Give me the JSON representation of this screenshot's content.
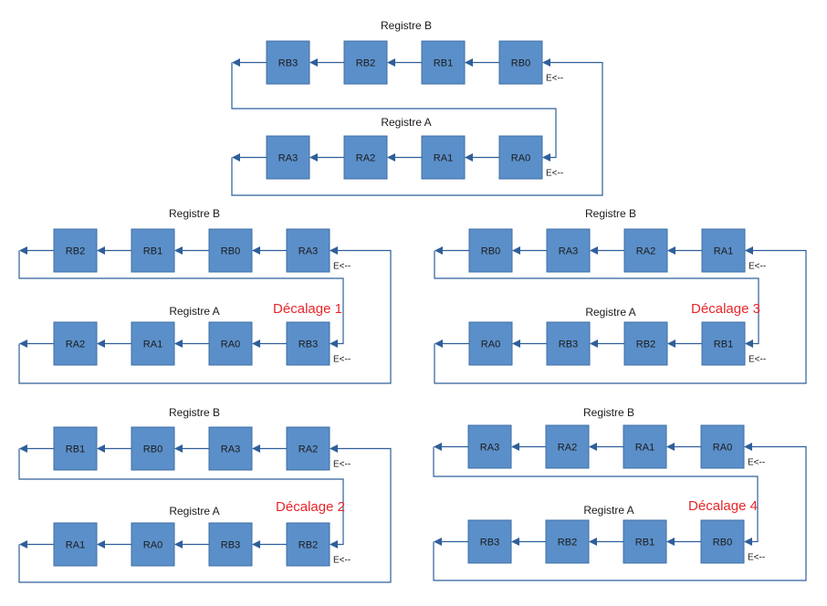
{
  "diagrams": [
    {
      "key": "initial",
      "shift_label": "",
      "registers": [
        {
          "title": "Registre B",
          "cells": [
            "RB3",
            "RB2",
            "RB1",
            "RB0"
          ],
          "entry": "E<--"
        },
        {
          "title": "Registre A",
          "cells": [
            "RA3",
            "RA2",
            "RA1",
            "RA0"
          ],
          "entry": "E<--"
        }
      ]
    },
    {
      "key": "shift-1",
      "shift_label": "Décalage 1",
      "registers": [
        {
          "title": "Registre B",
          "cells": [
            "RB2",
            "RB1",
            "RB0",
            "RA3"
          ],
          "entry": "E<--"
        },
        {
          "title": "Registre A",
          "cells": [
            "RA2",
            "RA1",
            "RA0",
            "RB3"
          ],
          "entry": "E<--"
        }
      ]
    },
    {
      "key": "shift-3",
      "shift_label": "Décalage 3",
      "registers": [
        {
          "title": "Registre B",
          "cells": [
            "RB0",
            "RA3",
            "RA2",
            "RA1"
          ],
          "entry": "E<--"
        },
        {
          "title": "Registre A",
          "cells": [
            "RA0",
            "RB3",
            "RB2",
            "RB1"
          ],
          "entry": "E<--"
        }
      ]
    },
    {
      "key": "shift-2",
      "shift_label": "Décalage 2",
      "registers": [
        {
          "title": "Registre B",
          "cells": [
            "RB1",
            "RB0",
            "RA3",
            "RA2"
          ],
          "entry": "E<--"
        },
        {
          "title": "Registre A",
          "cells": [
            "RA1",
            "RA0",
            "RB3",
            "RB2"
          ],
          "entry": "E<--"
        }
      ]
    },
    {
      "key": "shift-4",
      "shift_label": "Décalage 4",
      "registers": [
        {
          "title": "Registre B",
          "cells": [
            "RA3",
            "RA2",
            "RA1",
            "RA0"
          ],
          "entry": "E<--"
        },
        {
          "title": "Registre A",
          "cells": [
            "RB3",
            "RB2",
            "RB1",
            "RB0"
          ],
          "entry": "E<--"
        }
      ]
    }
  ]
}
